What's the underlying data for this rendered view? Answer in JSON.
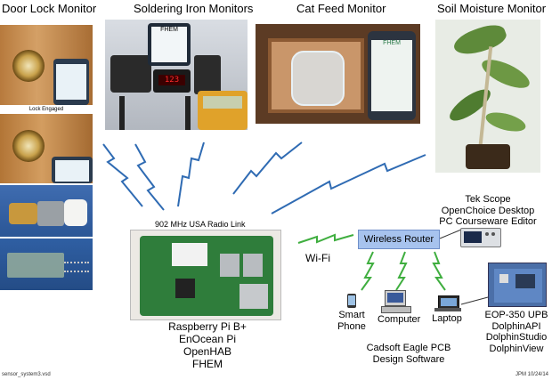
{
  "titles": {
    "door_lock": "Door Lock Monitor",
    "soldering": "Soldering Iron Monitors",
    "cat_feed": "Cat Feed Monitor",
    "soil": "Soil Moisture Monitor"
  },
  "door_lock_caption": "Lock Engaged",
  "radio_link": "902 MHz USA Radio Link",
  "wifi": "Wi-Fi",
  "router": "Wireless Router",
  "tek": [
    "Tek Scope",
    "OpenChoice Desktop",
    "PC Courseware Editor"
  ],
  "pi": [
    "Raspberry Pi B+",
    "EnOcean Pi",
    "OpenHAB",
    "FHEM"
  ],
  "devices": {
    "smartphone": [
      "Smart",
      "Phone"
    ],
    "computer": "Computer",
    "laptop": "Laptop"
  },
  "cadsoft": [
    "Cadsoft Eagle PCB",
    "Design Software"
  ],
  "eop": [
    "EOP-350 UPB",
    "DolphinAPI",
    "DolphinStudio",
    "DolphinView"
  ],
  "footer": {
    "left": "sensor_system3.vsd",
    "right": "JPM 10/24/14"
  },
  "screen_text": {
    "solder_phone": "FHEM",
    "solder_meter": "123",
    "cat_phone": "FHEM"
  },
  "colors": {
    "radio_bolt": "#2f6bb3",
    "wifi_bolt": "#3fae3f",
    "router_fill": "#a7c3ee"
  }
}
